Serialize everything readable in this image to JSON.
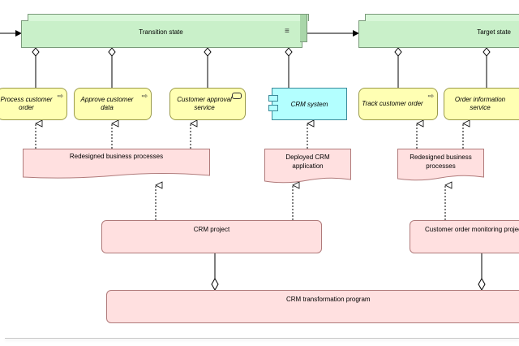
{
  "plateaus": {
    "transition": {
      "label": "Transition state"
    },
    "target": {
      "label": "Target state"
    }
  },
  "services": {
    "process_order": {
      "label": "Process customer order"
    },
    "approve_data": {
      "label": "Approve customer data"
    },
    "customer_approval": {
      "label": "Customer approval service"
    },
    "track_order": {
      "label": "Track customer order"
    },
    "order_info": {
      "label": "Order information service"
    }
  },
  "component": {
    "label": "CRM system"
  },
  "deliverables": {
    "redesigned_1": {
      "label": "Redesigned business processes"
    },
    "deployed_crm": {
      "label": "Deployed CRM application"
    },
    "redesigned_2": {
      "label": "Redesigned business processes"
    }
  },
  "work_packages": {
    "crm_project": {
      "label": "CRM project"
    },
    "monitoring": {
      "label": "Customer order monitoring project"
    },
    "program": {
      "label": "CRM transformation program"
    }
  },
  "icons": {
    "service_arrow": "process-arrow-icon",
    "service_rounded": "service-icon",
    "component": "component-icon",
    "plateau": "plateau-icon"
  },
  "colors": {
    "plateau": "#c9f0c9",
    "service": "#ffffb3",
    "component": "#b3ffff",
    "implementation": "#ffe0e0"
  }
}
